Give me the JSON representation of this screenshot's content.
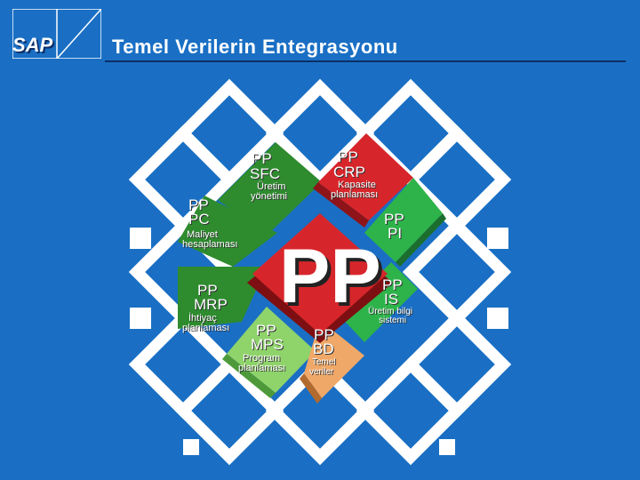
{
  "header": {
    "logo_text": "SAP",
    "title": "Temel Verilerin Entegrasyonu"
  },
  "center": {
    "label": "PP"
  },
  "modules": {
    "sfc": {
      "code": "PP",
      "name": "SFC",
      "desc_1": "Üretim",
      "desc_2": "yönetimi"
    },
    "crp": {
      "code": "PP",
      "name": "CRP",
      "desc_1": "Kapasite",
      "desc_2": "planlaması"
    },
    "pc": {
      "code": "PP",
      "name": "PC",
      "desc_1": "Maliyet",
      "desc_2": "hesaplaması"
    },
    "pi": {
      "code": "PP",
      "name": "PI"
    },
    "is": {
      "code": "PP",
      "name": "IS",
      "desc_1": "Üretim bilgi",
      "desc_2": "sistemi"
    },
    "mrp": {
      "code": "PP",
      "name": "MRP",
      "desc_1": "İhtiyaç",
      "desc_2": "planlaması"
    },
    "mps": {
      "code": "PP",
      "name": "MPS",
      "desc_1": "Program",
      "desc_2": "planlaması"
    },
    "bd": {
      "code": "PP",
      "name": "BD",
      "desc_1": "Temel",
      "desc_2": "veriler"
    }
  },
  "colors": {
    "background": "#1a6fc4",
    "sfc": "#2e8b2e",
    "crp": "#d7262b",
    "pc": "#2e8b2e",
    "pi": "#2db34a",
    "is": "#2db34a",
    "mrp": "#2e8b2e",
    "mps": "#8fd36b",
    "bd": "#f0a868",
    "center": "#d7262b"
  }
}
